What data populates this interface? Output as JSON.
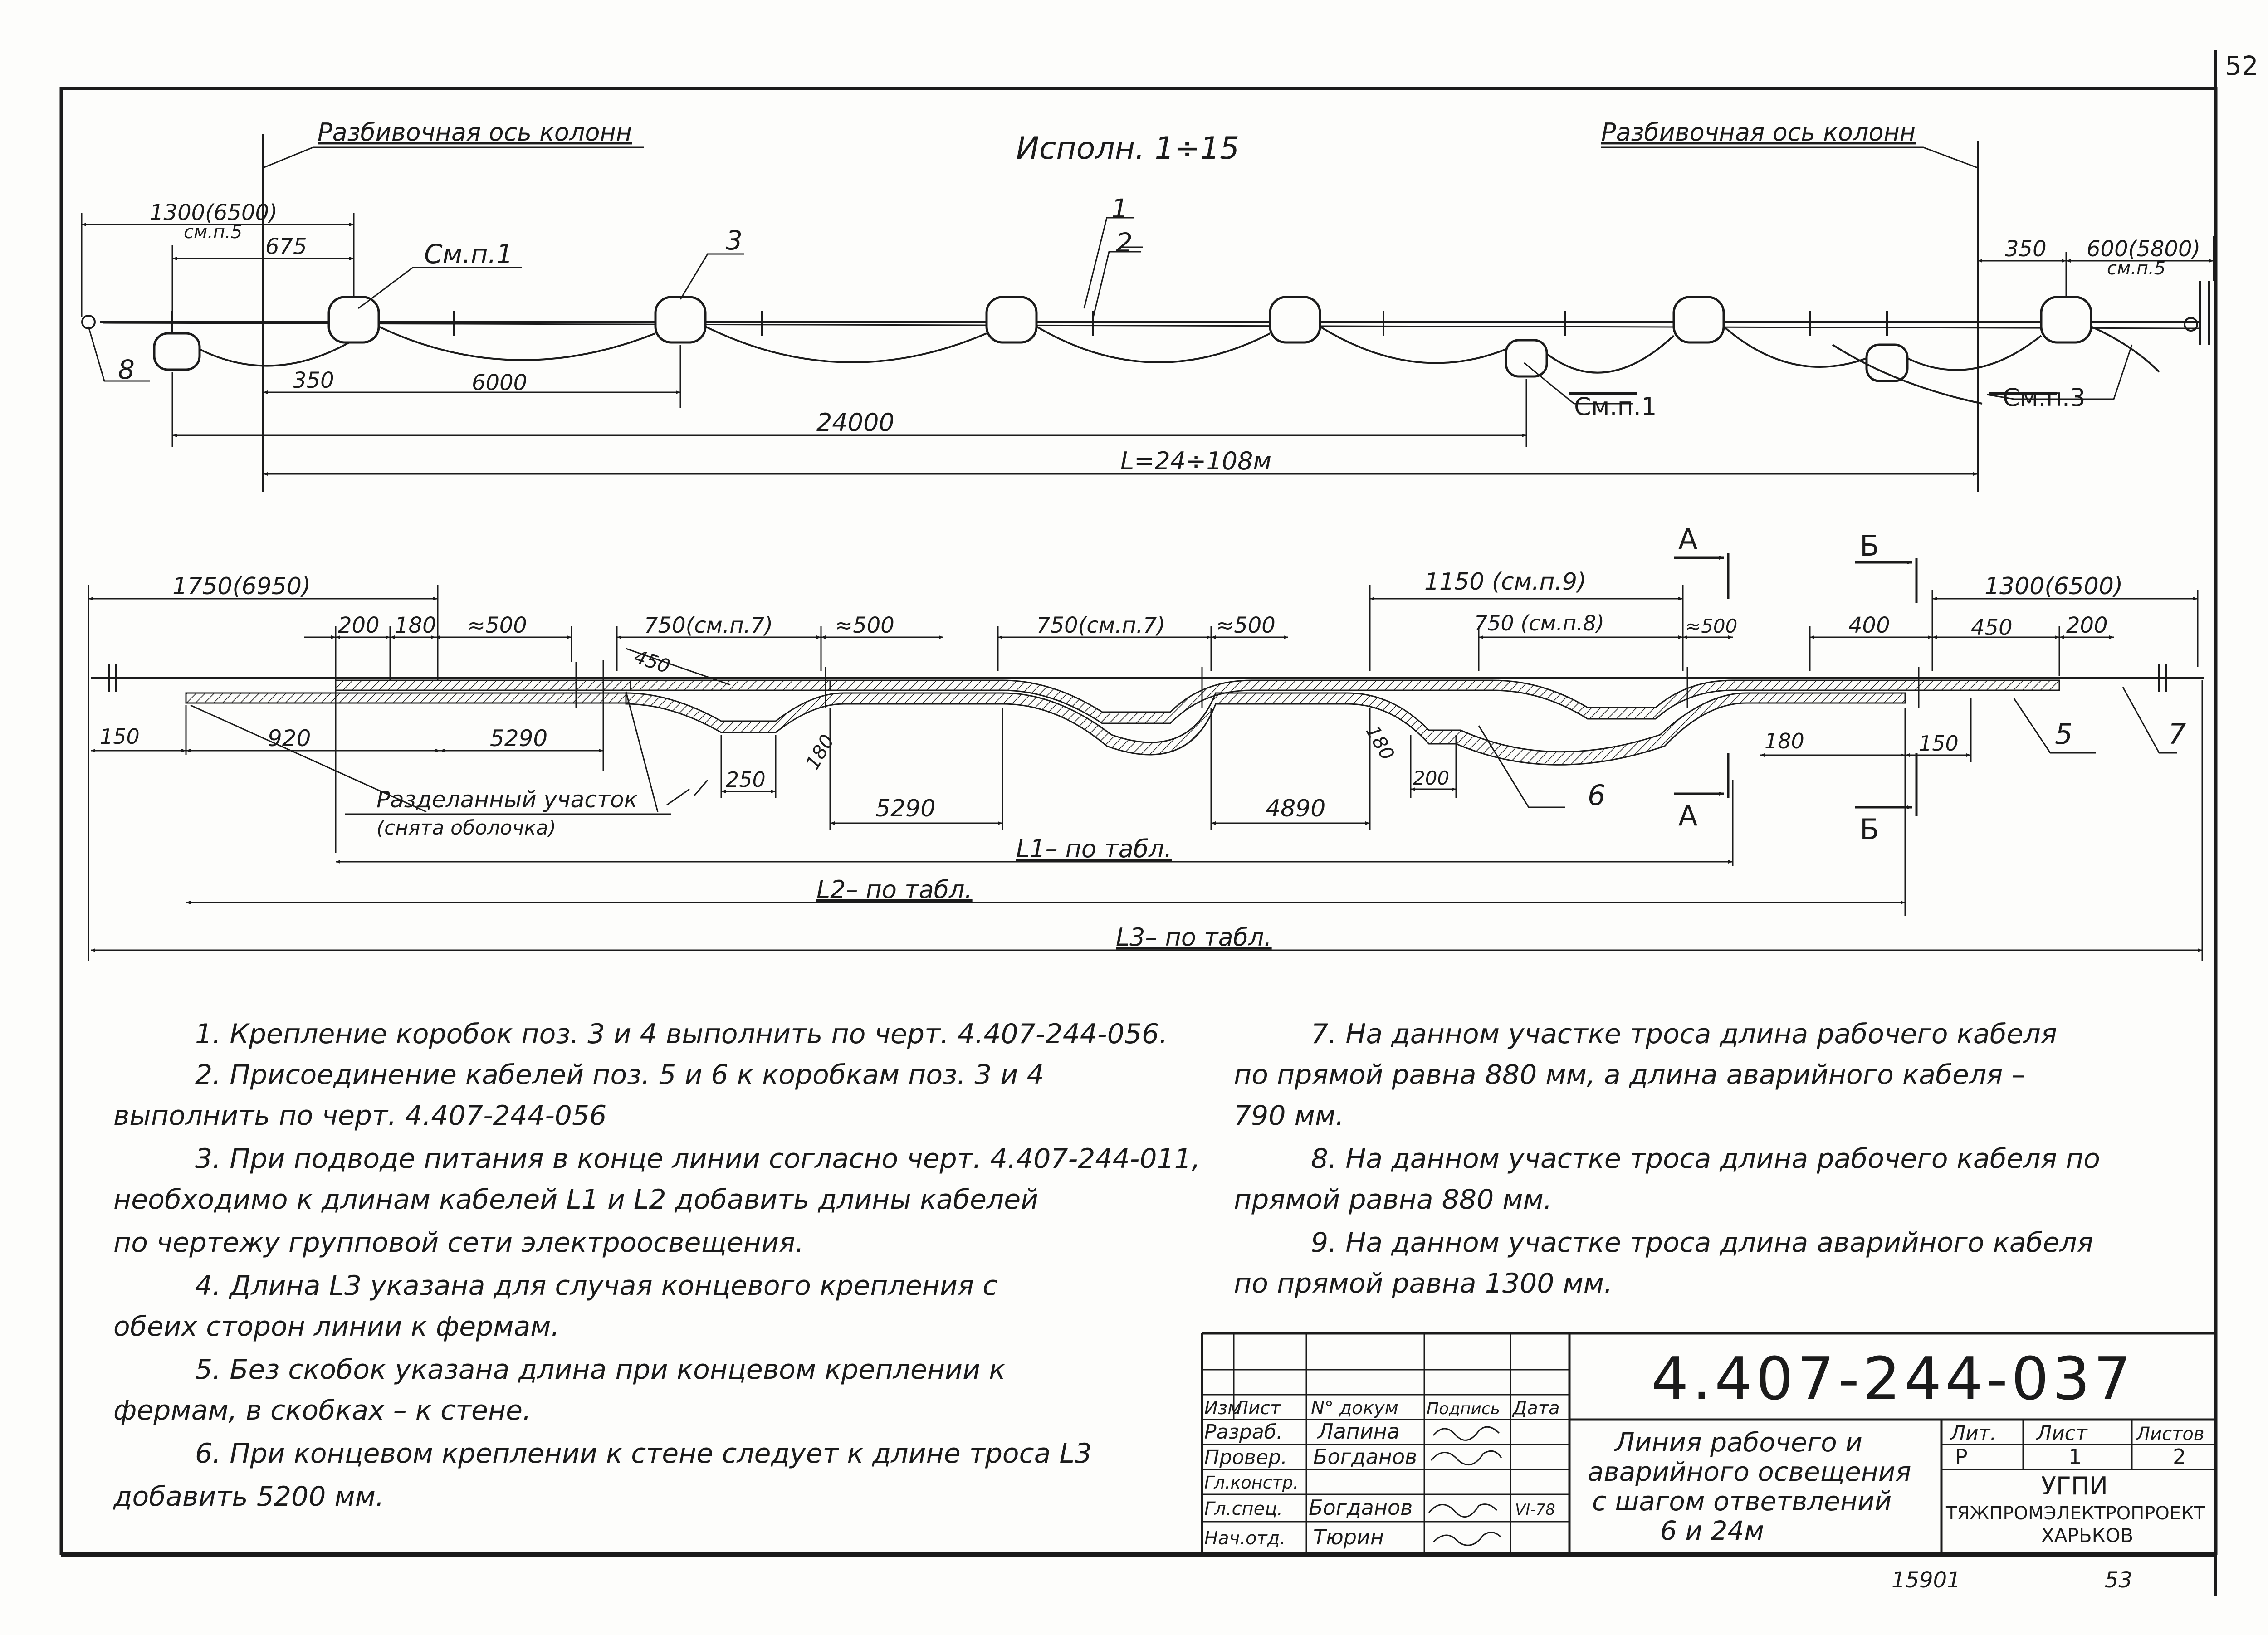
{
  "sheet": {
    "page_mark": "52",
    "bottom_numbers": [
      "15901",
      "53"
    ]
  },
  "top_view": {
    "variant_label": "Исполн. 1÷15",
    "axis_left": "Разбивочная ось колонн",
    "axis_right": "Разбивочная ось колонн",
    "dims": {
      "left_total": "1300(6500)",
      "left_ref": "см.п.5",
      "d675": "675",
      "d350_left": "350",
      "d6000": "6000",
      "d24000": "24000",
      "L_total": "L=24÷108м",
      "d350_right": "350",
      "right_total": "600(5800)",
      "right_ref": "см.п.5"
    },
    "callouts": {
      "see1a": "См.п.1",
      "see1b": "См.п.1",
      "see3": "См.п.3",
      "pos1": "1",
      "pos2": "2",
      "pos3": "3",
      "pos8": "8"
    }
  },
  "bottom_view": {
    "section_A": "А",
    "section_B": "Б",
    "dims": {
      "d1750": "1750(6950)",
      "d200a": "200",
      "d180a": "180",
      "d500a": "≈500",
      "d750a": "750(см.п.7)",
      "d450a": "450",
      "d500b": "≈500",
      "d750b": "750(см.п.7)",
      "d500c": "≈500",
      "d1150": "1150 (см.п.9)",
      "d750c": "750 (см.п.8)",
      "d500d": "≈500",
      "d400": "400",
      "d450b": "450",
      "d200b": "200",
      "d1300": "1300(6500)",
      "d150a": "150",
      "d920": "920",
      "d5290a": "5290",
      "d250": "250",
      "d180b": "180",
      "d5290b": "5290",
      "d4890": "4890",
      "d180c": "180",
      "d200c": "200",
      "d180d": "180",
      "d150b": "150"
    },
    "labels": {
      "stripped": "Разделанный участок",
      "stripped_note": "(снята оболочка)",
      "L1": "L1– по табл.",
      "L2": "L2– по табл.",
      "L3": "L3– по табл.",
      "pos5": "5",
      "pos6": "6",
      "pos7": "7"
    }
  },
  "notes_left": [
    "1. Крепление коробок поз. 3 и 4 выполнить по черт. 4.407-244-056.",
    "2. Присоединение кабелей поз. 5 и 6 к коробкам поз. 3 и 4",
    "выполнить по черт. 4.407-244-056",
    "3. При подводе питания в конце линии согласно черт. 4.407-244-011,",
    "необходимо к длинам кабелей L1 и L2 добавить длины кабелей",
    "по чертежу групповой сети электроосвещения.",
    "4. Длина L3 указана для случая концевого крепления с",
    "обеих сторон линии к фермам.",
    "5. Без скобок указана длина при концевом креплении к",
    "фермам, в скобках – к стене.",
    "6. При концевом креплении к стене следует к длине троса L3",
    "добавить 5200 мм."
  ],
  "notes_right": [
    "7. На данном участке троса длина рабочего кабеля",
    "по прямой равна 880 мм, а длина аварийного кабеля –",
    "790 мм.",
    "8. На данном участке троса длина рабочего кабеля по",
    "прямой равна 880 мм.",
    "9. На данном участке троса длина аварийного кабеля",
    "по прямой равна 1300 мм."
  ],
  "title_block": {
    "doc_number": "4.407-244-037",
    "headers": [
      "Изм",
      "Лист",
      "N° докум",
      "Подпись",
      "Дата"
    ],
    "roles": [
      "Разраб.",
      "Провер.",
      "Гл.констр.",
      "Гл.спец.",
      "Нач.отд."
    ],
    "names": [
      "Лапина",
      "Богданов",
      "",
      "Богданов",
      "Тюрин"
    ],
    "date": "VI-78",
    "title": [
      "Линия рабочего и",
      "аварийного освещения",
      "с шагом ответвлений",
      "6 и 24м"
    ],
    "lit_label": "Лит.",
    "sheet_label": "Лист",
    "sheets_label": "Листов",
    "lit_value": "Р",
    "sheet_value": "1",
    "sheets_value": "2",
    "org": [
      "УГПИ",
      "ТЯЖПРОМЭЛЕКТРОПРОЕКТ",
      "ХАРЬКОВ"
    ]
  }
}
